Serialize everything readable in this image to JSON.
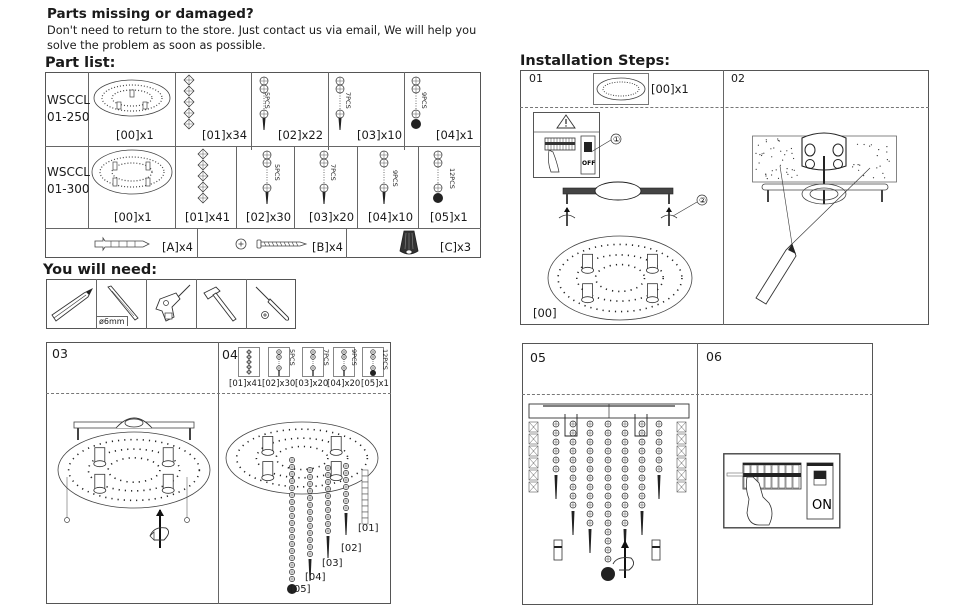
{
  "notice": {
    "title": "Parts missing or damaged?",
    "line1": "Don't need to return to the store. Just contact us via email, We will help you",
    "line2": "solve the problem as soon as possible."
  },
  "part_list": {
    "title": "Part list:",
    "rows": [
      {
        "model_line1": "WSCCL",
        "model_line2": "01-250",
        "parts": [
          {
            "label": "[00]x1",
            "icon": "canopy-plate-icon"
          },
          {
            "label": "[01]x34",
            "icon": "square-crystal-strand-icon"
          },
          {
            "label": "[02]x22",
            "icon": "bead-strand-drop-icon",
            "pcs": "5PCS"
          },
          {
            "label": "[03]x10",
            "icon": "bead-strand-drop-icon",
            "pcs": "7PCS"
          },
          {
            "label": "[04]x1",
            "icon": "bead-strand-ball-icon",
            "pcs": "9PCS"
          }
        ]
      },
      {
        "model_line1": "WSCCL",
        "model_line2": "01-300",
        "parts": [
          {
            "label": "[00]x1",
            "icon": "canopy-plate-icon"
          },
          {
            "label": "[01]x41",
            "icon": "square-crystal-strand-icon"
          },
          {
            "label": "[02]x30",
            "icon": "bead-strand-drop-icon",
            "pcs": "5PCS"
          },
          {
            "label": "[03]x20",
            "icon": "bead-strand-drop-icon",
            "pcs": "7PCS"
          },
          {
            "label": "[04]x10",
            "icon": "bead-strand-drop-icon",
            "pcs": "9PCS"
          },
          {
            "label": "[05]x1",
            "icon": "bead-strand-ball-icon",
            "pcs": "12PCS"
          }
        ]
      }
    ],
    "hardware": [
      {
        "label": "[A]x4",
        "icon": "wall-anchor-icon"
      },
      {
        "label": "[B]x4",
        "icon": "screw-icon"
      },
      {
        "label": "[C]x3",
        "icon": "cap-nut-icon"
      }
    ]
  },
  "tools": {
    "title": "You will need:",
    "items": [
      {
        "icon": "pencil-icon"
      },
      {
        "icon": "drill-bit-icon",
        "caption": "ø6mm"
      },
      {
        "icon": "power-drill-icon"
      },
      {
        "icon": "hammer-icon"
      },
      {
        "icon": "screwdriver-icon"
      }
    ]
  },
  "installation": {
    "title": "Installation Steps:",
    "steps": [
      {
        "num": "01",
        "header_label": "[00]x1",
        "callout1": "①",
        "callout2": "②",
        "switch_text": "OFF",
        "part_ref": "[00]"
      },
      {
        "num": "02"
      },
      {
        "num": "03"
      },
      {
        "num": "04",
        "header_parts": [
          {
            "label": "[01]x41"
          },
          {
            "label": "[02]x30",
            "pcs": "5PCS"
          },
          {
            "label": "[03]x20",
            "pcs": "7PCS"
          },
          {
            "label": "[04]x20",
            "pcs": "9PCS"
          },
          {
            "label": "[05]x1",
            "pcs": "12PCS"
          }
        ],
        "callouts": [
          "[01]",
          "[02]",
          "[03]",
          "[04]",
          "[05]"
        ]
      },
      {
        "num": "05"
      },
      {
        "num": "06",
        "switch_text": "ON"
      }
    ]
  },
  "colors": {
    "line": "#555555",
    "text": "#1a1a1a",
    "fill_dark": "#222222"
  }
}
